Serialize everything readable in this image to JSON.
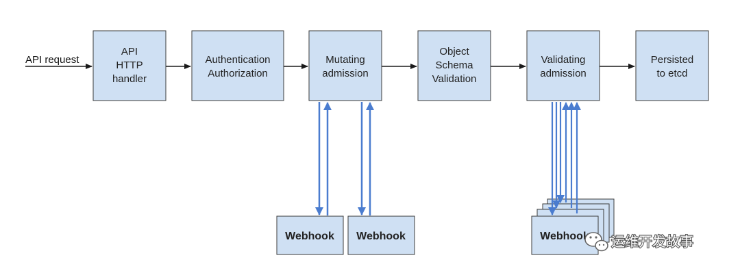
{
  "input_label": "API request",
  "stages": [
    {
      "id": "api-http-handler",
      "lines": [
        "API",
        "HTTP",
        "handler"
      ]
    },
    {
      "id": "authentication-authorization",
      "lines": [
        "Authentication",
        "Authorization"
      ]
    },
    {
      "id": "mutating-admission",
      "lines": [
        "Mutating",
        "admission"
      ]
    },
    {
      "id": "object-schema-validation",
      "lines": [
        "Object",
        "Schema",
        "Validation"
      ]
    },
    {
      "id": "validating-admission",
      "lines": [
        "Validating",
        "admission"
      ]
    },
    {
      "id": "persisted-to-etcd",
      "lines": [
        "Persisted",
        "to etcd"
      ]
    }
  ],
  "webhooks": {
    "mutating_1": "Webhook",
    "mutating_2": "Webhook",
    "validating": "Webhook"
  },
  "watermark": "运维开发故事",
  "colors": {
    "box_fill": "#cfe0f3",
    "box_stroke": "#3b3b3b",
    "webhook_arrow": "#4a7ccf",
    "flow_arrow": "#1a1a1a"
  }
}
